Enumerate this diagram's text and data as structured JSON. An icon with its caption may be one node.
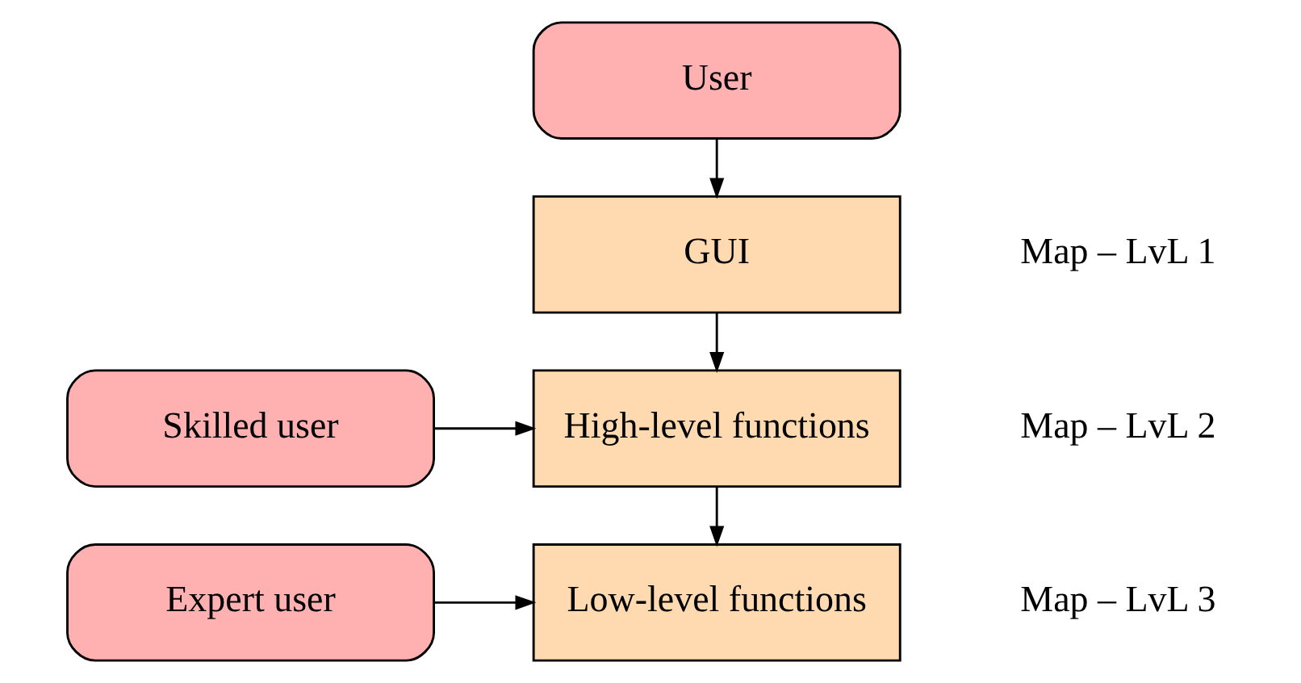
{
  "diagram": {
    "nodes": [
      {
        "text": [
          "User"
        ]
      },
      {
        "text": [
          "GUI"
        ],
        "beside": [
          "Map – LvL 1"
        ]
      },
      {
        "text": [
          "Skilled user"
        ]
      },
      {
        "text": [
          "High-level functions"
        ],
        "beside": [
          "Map – LvL 2"
        ]
      },
      {
        "text": [
          "Expert user"
        ]
      },
      {
        "text": [
          "Low-level functions"
        ],
        "beside": [
          "Map – LvL 3"
        ]
      }
    ],
    "edges": [
      {
        "from": 0,
        "to": 1,
        "arrow": "to"
      },
      {
        "from": 1,
        "to": 3,
        "arrow": "to"
      },
      {
        "from": 2,
        "to": 3,
        "arrow": "to"
      },
      {
        "from": 3,
        "to": 5,
        "arrow": "to"
      },
      {
        "from": 4,
        "to": 5,
        "arrow": "to"
      }
    ]
  }
}
